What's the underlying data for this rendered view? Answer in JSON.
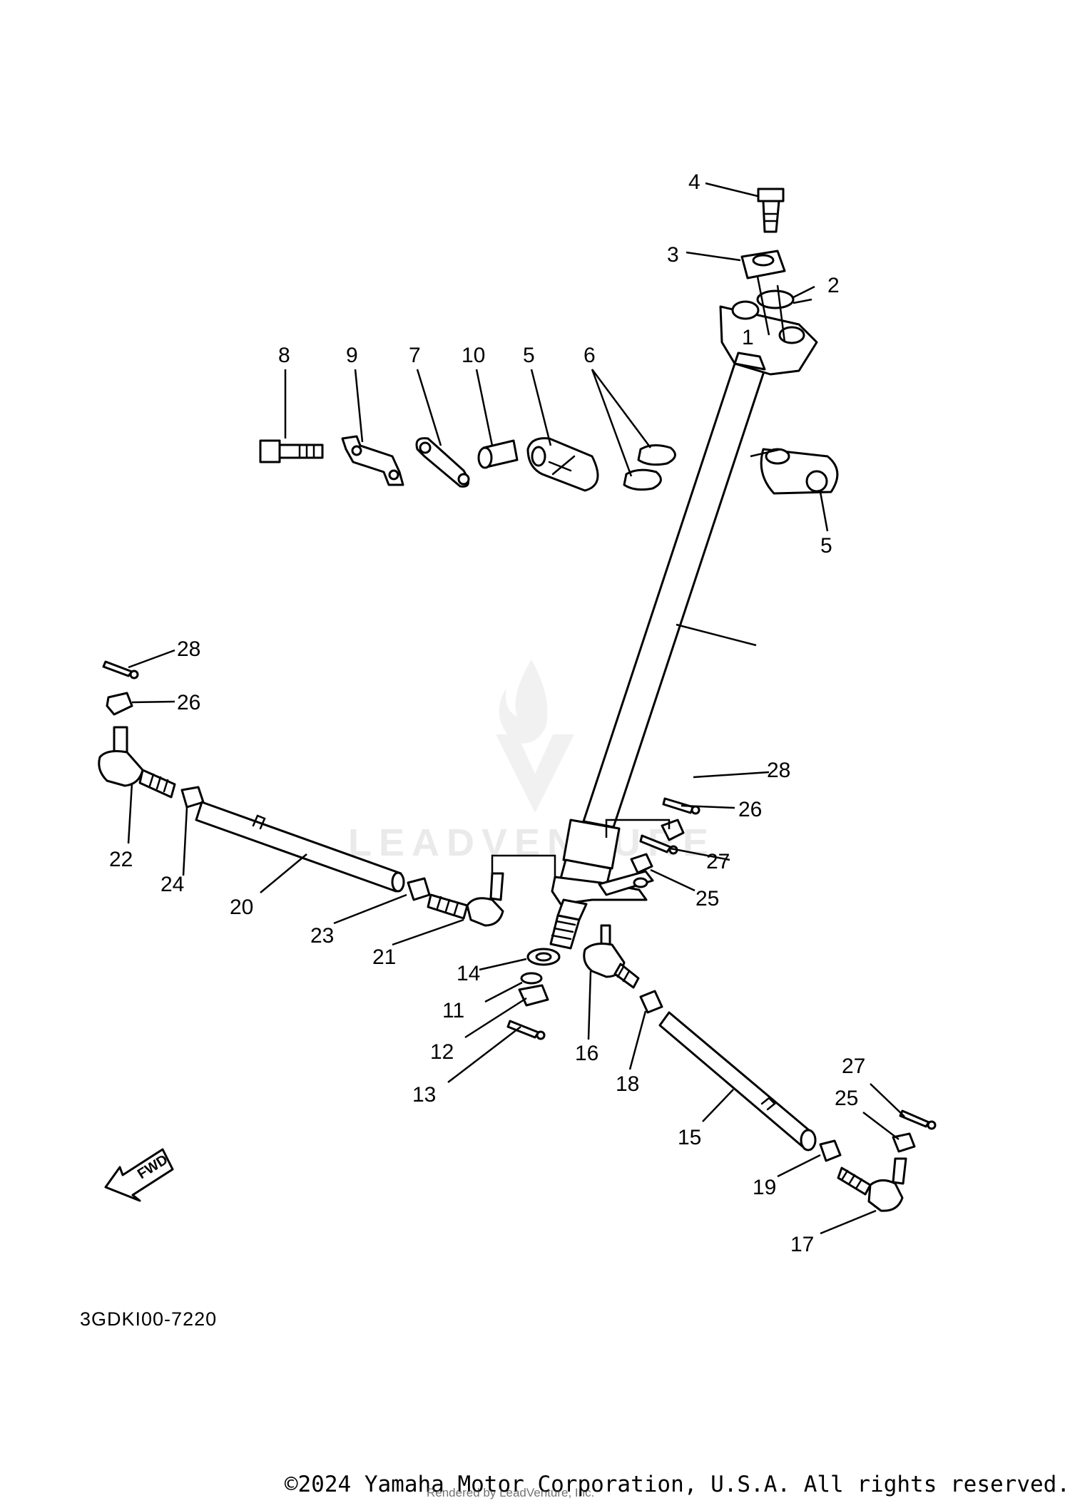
{
  "diagram_code": "3GDKI00-7220",
  "fwd_label": "FWD",
  "watermark": {
    "brand": "LEADVENTURE"
  },
  "footer": {
    "copyright": "©2024 Yamaha Motor Corporation, U.S.A. All rights reserved.",
    "rendered_by": "Rendered by LeadVenture, Inc."
  },
  "callouts": {
    "c1": "1",
    "c2": "2",
    "c3": "3",
    "c4": "4",
    "c5a": "5",
    "c5b": "5",
    "c6": "6",
    "c7": "7",
    "c8": "8",
    "c9": "9",
    "c10": "10",
    "c11": "11",
    "c12": "12",
    "c13": "13",
    "c14": "14",
    "c15": "15",
    "c16": "16",
    "c17": "17",
    "c18": "18",
    "c19": "19",
    "c20": "20",
    "c21": "21",
    "c22": "22",
    "c23": "23",
    "c24": "24",
    "c25a": "25",
    "c25b": "25",
    "c26a": "26",
    "c26b": "26",
    "c27a": "27",
    "c27b": "27",
    "c28a": "28",
    "c28b": "28"
  }
}
